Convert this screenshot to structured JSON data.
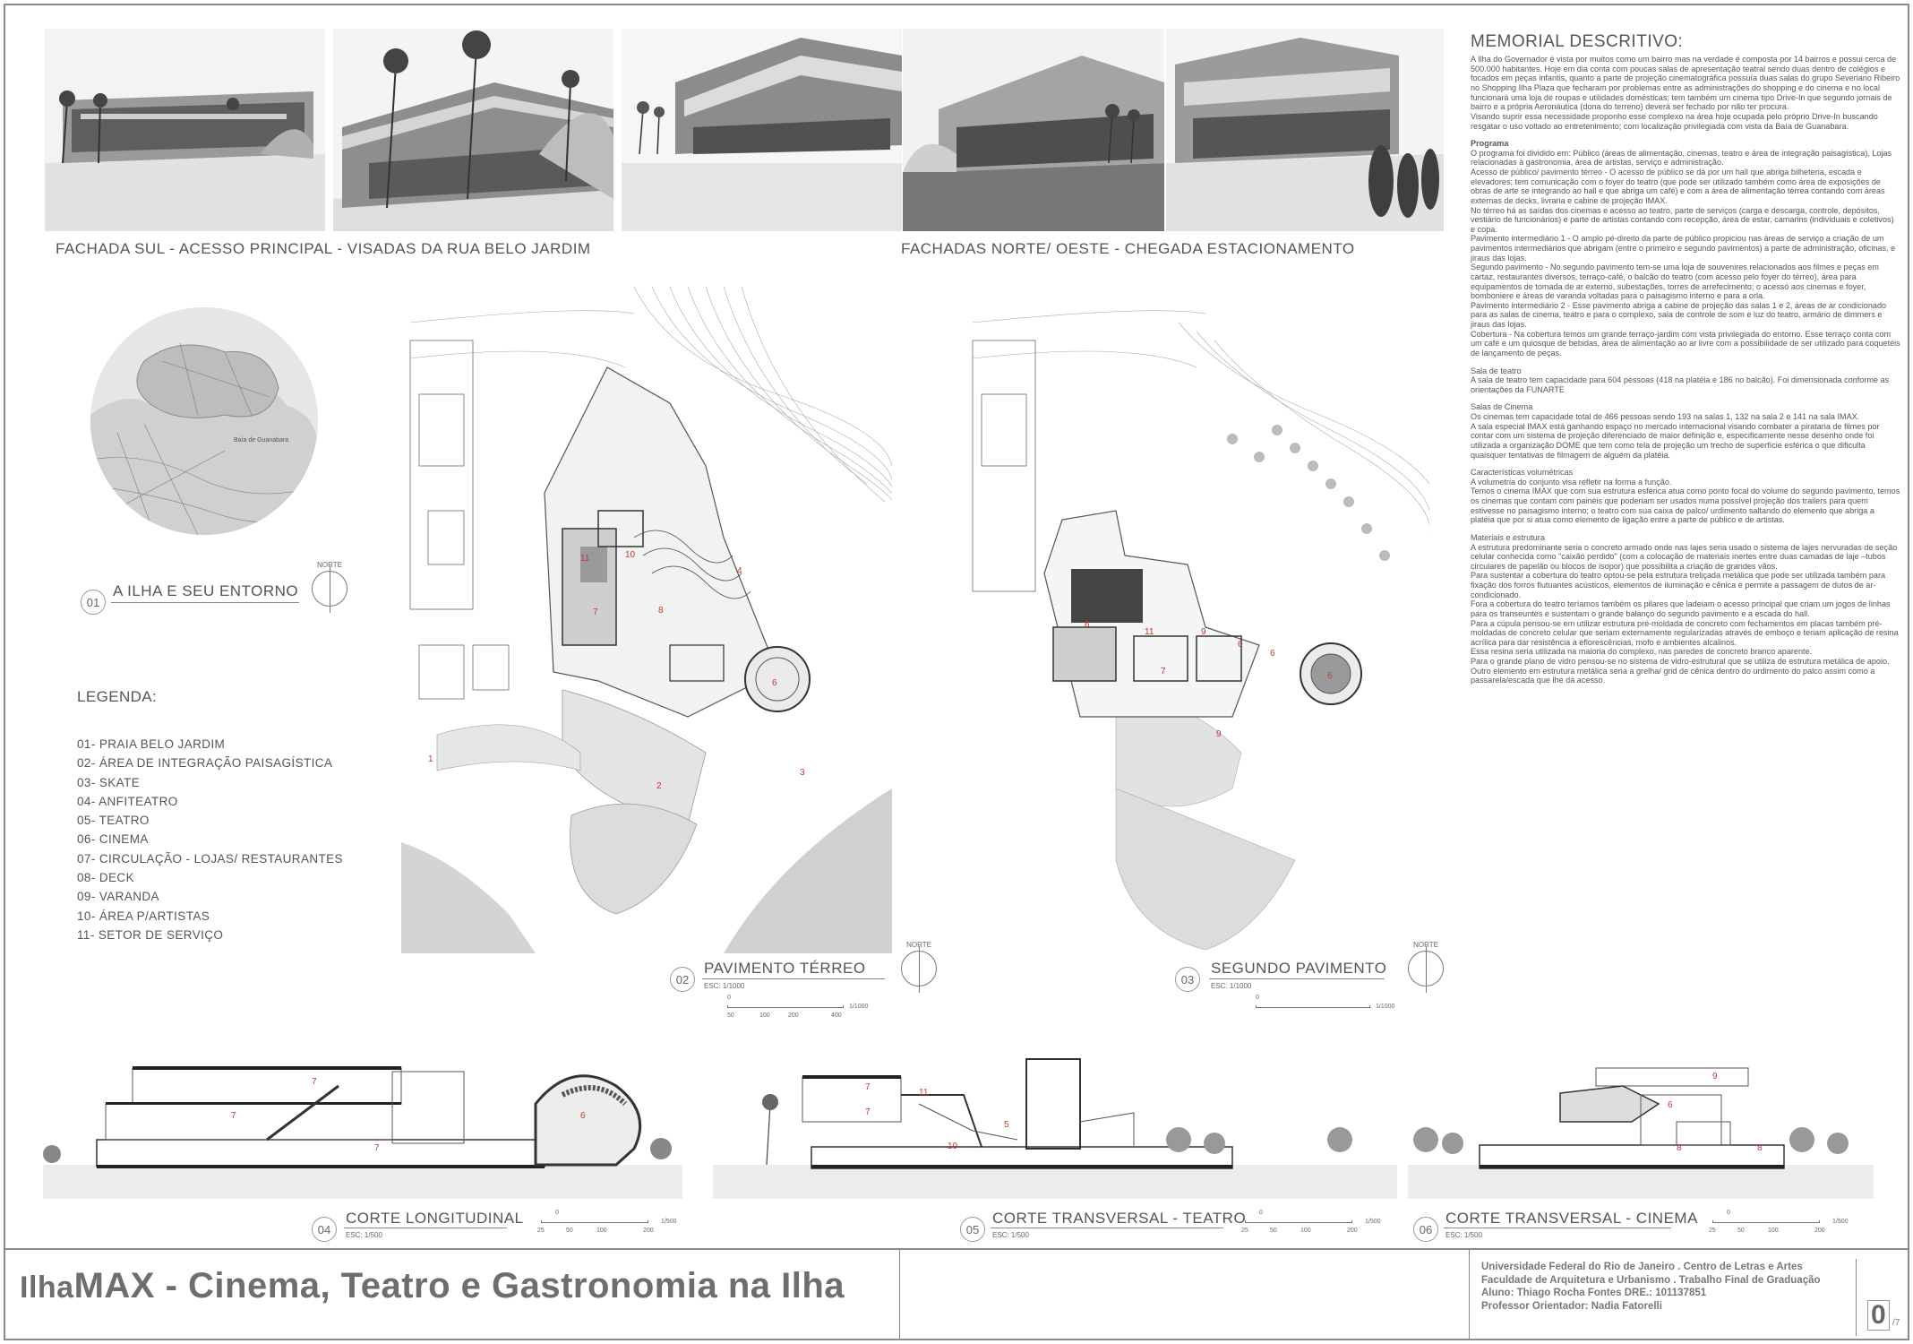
{
  "renders": {
    "south_caption": "FACHADA SUL - ACESSO PRINCIPAL - VISADAS DA RUA BELO JARDIM",
    "north_caption": "FACHADAS NORTE/ OESTE - CHEGADA ESTACIONAMENTO"
  },
  "memorial": {
    "title": "MEMORIAL DESCRITIVO:",
    "intro_1": "A Ilha do Governador é vista por muitos como um bairro mas na verdade é composta por 14 bairros e possui cerca de 500.000 habitantes. Hoje em dia conta com poucas salas de apresentação teatral sendo duas dentro de colégios e focados em peças infantis, quanto a parte de projeção cinematográfica possuía duas salas do grupo Severiano Ribeiro no Shopping Ilha Plaza que fecharam por problemas entre as administrações do shopping e do cinema e no local funcionará uma loja de roupas e utilidades domésticas; tem também um cinema tipo Drive-In que segundo jornais de bairro e a própria Aeronáutica (dona do terreno) deverá ser fechado por não ter procura.",
    "intro_2": "Visando suprir essa necessidade proponho esse complexo na área hoje ocupada pelo próprio Drive-In buscando resgatar o uso voltado ao entretenimento; com localização privilegiada com vista da Baía de Guanabara.",
    "programa_title": "Programa",
    "programa_1": "O programa foi dividido em: Público (áreas de alimentação, cinemas, teatro e área de integração paisagística), Lojas relacionadas à gastronomia, área de artistas, serviço e administração.",
    "programa_2": "Acesso de público/ pavimento térreo - O acesso de público se dá por um hall que abriga bilheteria, escada e elevadores; tem comunicação com o foyer do teatro (que pode ser utilizado também como área de exposições de obras de arte se integrando ao hall e que abriga um café) e com a área de alimentação térrea contando com áreas externas de decks, livraria e cabine de projeção IMAX.",
    "programa_3": "No térreo há as saídas dos cinemas e acesso ao teatro, parte de serviços (carga e descarga, controle, depósitos, vestiário de funcionários) e parte de artistas contando com recepção, área de estar, camarins (individuais e coletivos) e copa.",
    "programa_4": "Pavimento intermediário 1 - O amplo pé-direito da parte de público propiciou nas áreas de serviço a criação de um pavimentos intermediários que abrigam (entre o primeiro e segundo pavimentos) a parte de administração, oficinas, e jiraus das lojas.",
    "programa_5": "Segundo pavimento - No segundo pavimento tem-se uma loja de souvenires relacionados aos filmes e peças em cartaz, restaurantes diversos, terraço-café, o balcão do teatro (com acesso pelo foyer do térreo), área para equipamentos de tomada de ar externo, subestações, torres de arrefecimento; o acessó aos cinemas e foyer, bomboniere e áreas de varanda voltadas para o paisagismo interno e para a orla.",
    "programa_6": "Pavimento intermediário 2 - Esse pavimento abriga a cabine de projeção das salas 1 e 2, áreas de ar condicionado para as salas de cinema, teatro e para o complexo, sala de controle de som e luz do teatro, armário de dimmers e jiraus das lojas.",
    "programa_7": "Cobertura - Na cobertura temos um grande terraço-jardim com vista privilegiada do entorno. Esse terraço conta com um café e um quiosque de bebidas, área de alimentação ao ar livre com a possibilidade de ser utilizado para coquetéis de lançamento de peças.",
    "teatro_title": "Sala de teatro",
    "teatro_1": "A sala de teatro tem capacidade para 604 pessoas (418 na platéia e 186 no balcão). Foi dimensionada conforme as orientações da FUNARTE",
    "cinema_title": "Salas de Cinema",
    "cinema_1": "Os cinemas tem capacidade total de 466 pessoas sendo 193 na salas 1, 132 na sala 2 e 141 na sala IMAX.",
    "cinema_2": "A sala especial IMAX está ganhando espaço no mercado internacional visando combater a pirataria de filmes por contar com um sistema de projeção diferenciado de maior definição e, especificamente nesse desenho onde foi utilizada a organização DOME que tem como tela de projeção um trecho de superfície esférica o que dificulta quaisquer tentativas de filmagem de alguém da platéia.",
    "volum_title": "Características volumétricas",
    "volum_1": "A volumetria do conjunto visa refletir na forma a função.",
    "volum_2": "Temos o cinema IMAX que com sua estrutura esférica atua como ponto focal do volume do segundo pavimento, temos os cinemas que contam com painéis que poderiam ser usados numa possível projeção dos trailers para quem estivesse no paisagismo interno; o teatro com sua caixa de palco/ urdimento saltando do elemento que abriga a platéia que por si atua como elemento de ligação entre a parte de público e de artistas.",
    "mat_title": "Materiais e estrutura",
    "mat_1": "A estrutura predominante seria o concreto armado onde nas lajes seria usado o sistema de lajes nervuradas de seção celular conhecida como \"caixão perdido\" (com a colocação de materiais inertes entre duas camadas de laje –tubos circulares de papelão ou blocos de isopor) que possibilita a criação de grandes vãos.",
    "mat_2": "Para sustentar a cobertura do teatro optou-se pela estrutura treliçada metálica que pode ser utilizada também para fixação dos forros flutuantes acústicos, elementos de iluminação e cênica e permite a passagem de dutos de ar-condicionado.",
    "mat_3": "Fora a cobertura do teatro teríamos também os pilares que ladeiam o acesso principal que criam um jogos de linhas para os transeuntes e sustentam o grande balanço do segundo pavimento e a escada do hall.",
    "mat_4": "Para a cúpula pensou-se em utilizar estrutura pré-moldada de concreto com fechamentos em placas também pré-moldadas de concreto celular que seriam externamente regularizadas através de emboço e teriam aplicação de resina acrílica para dar resistência a eflorescências, mofo e ambientes alcalinos.",
    "mat_5": "Essa resina seria utilizada na maioria do complexo, nas paredes de concreto branco aparente.",
    "mat_6": "Para o grande plano de vidro pensou-se no sistema de vidro-estrutural que se utiliza de estrutura metálica de apoio.",
    "mat_7": "Outro elemento em estrutura metálica seria a grelha/ grid de cênica dentro do urdimento do palco assim como a passarela/escada que lhe dá acesso."
  },
  "map": {
    "label": "Baía de Guanabara",
    "num": "01",
    "title": "A ILHA E SEU ENTORNO",
    "north": "NORTE"
  },
  "legend": {
    "title": "LEGENDA:",
    "items": [
      "01- PRAIA BELO JARDIM",
      "02- ÁREA DE INTEGRAÇÃO PAISAGÍSTICA",
      "03- SKATE",
      "04- ANFITEATRO",
      "05- TEATRO",
      "06- CINEMA",
      "07- CIRCULAÇÃO - LOJAS/ RESTAURANTES",
      "08- DECK",
      "09- VARANDA",
      "10- ÁREA P/ARTISTAS",
      "11- SETOR DE SERVIÇO"
    ]
  },
  "plans": {
    "ground": {
      "num": "02",
      "title": "PAVIMENTO TÉRREO",
      "scale": "ESC: 1/1000",
      "north": "NORTE",
      "bar": [
        "0",
        "50",
        "100",
        "200",
        "400"
      ],
      "bar_ratio": "1/1000"
    },
    "second": {
      "num": "03",
      "title": "SEGUNDO PAVIMENTO",
      "scale": "ESC: 1/1000",
      "north": "NORTE",
      "bar": [
        "0"
      ],
      "bar_ratio": "1/1000"
    },
    "ground_tags": [
      "1",
      "2",
      "3",
      "4",
      "6",
      "8",
      "10",
      "11",
      "7"
    ],
    "second_tags": [
      "6",
      "6",
      "6",
      "7",
      "9",
      "9",
      "11",
      "6"
    ]
  },
  "sections": {
    "long": {
      "num": "04",
      "title": "CORTE LONGITUDINAL",
      "scale": "ESC: 1/500",
      "bar": [
        "0",
        "25",
        "50",
        "100",
        "200"
      ],
      "bar_ratio": "1/500",
      "tags": [
        "7",
        "7",
        "7",
        "6"
      ]
    },
    "theatre": {
      "num": "05",
      "title": "CORTE TRANSVERSAL - TEATRO",
      "scale": "ESC: 1/500",
      "bar": [
        "0",
        "25",
        "50",
        "100",
        "200"
      ],
      "bar_ratio": "1/500",
      "tags": [
        "7",
        "11",
        "7",
        "5",
        "10"
      ]
    },
    "cinema": {
      "num": "06",
      "title": "CORTE TRANSVERSAL - CINEMA",
      "scale": "ESC: 1/500",
      "bar": [
        "0",
        "25",
        "50",
        "100",
        "200"
      ],
      "bar_ratio": "1/500",
      "tags": [
        "9",
        "6",
        "8",
        "8"
      ]
    }
  },
  "footer": {
    "title_prefix": "Ilha",
    "title_main": "MAX - Cinema, Teatro e Gastronomia na Ilha",
    "info_1": "Universidade Federal do Rio de Janeiro . Centro de Letras e Artes",
    "info_2": "Faculdade de Arquitetura e Urbanismo . Trabalho Final de Graduação",
    "info_3": "Aluno: Thiago Rocha Fontes DRE.: 101137851",
    "info_4": "Professor Orientador: Nadia Fatorelli",
    "page": "0",
    "page_total": "/7"
  },
  "colors": {
    "tag_red": "#c0392b",
    "line": "#8a8a8a",
    "text": "#555555"
  }
}
